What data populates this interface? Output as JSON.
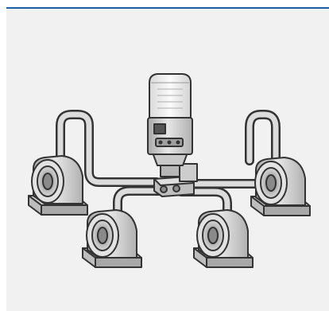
{
  "colors": {
    "accent_rule": "#1f5fa8",
    "panel_bg": "#f1f1f1",
    "line": "#333333",
    "metal_light": "#e2e2e2",
    "metal_mid": "#c4c4c4",
    "metal_dark": "#9a9a9a",
    "reservoir": "#f7f7f7",
    "display": "#555555"
  },
  "diagram": {
    "subject": "lubricator",
    "components": [
      "lubricator",
      "distribution-block",
      "supply-lines",
      "bearing-housing",
      "bearing-housing",
      "bearing-housing",
      "bearing-housing"
    ]
  }
}
